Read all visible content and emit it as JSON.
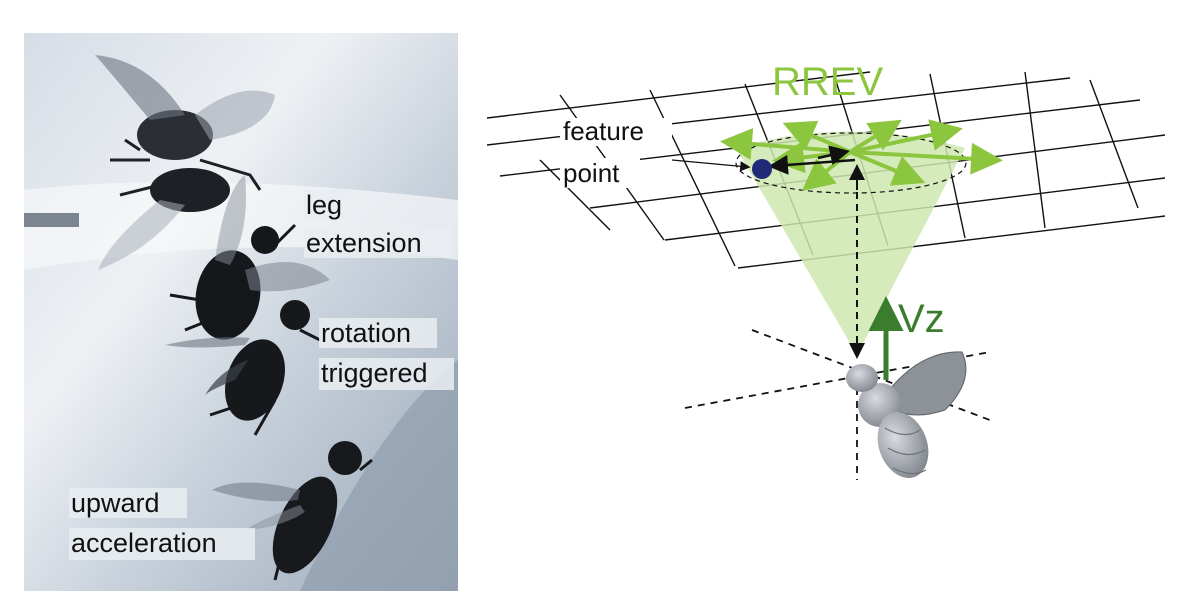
{
  "left_panel": {
    "labels": {
      "leg_extension_line1": "leg",
      "leg_extension_line2": "extension",
      "rotation_line1": "rotation",
      "rotation_line2": "triggered",
      "upward_line1": "upward",
      "upward_line2": "acceleration"
    }
  },
  "right_panel": {
    "title": "RREV",
    "feature_line1": "feature",
    "feature_line2": "point",
    "velocity_label": "Vz"
  },
  "colors": {
    "rrev_green": "#8cc63f",
    "vz_green": "#3a7d2c",
    "cone_fill": "#cfe7b0",
    "feature_dot": "#1f2a78",
    "grid": "#111111",
    "fly_body": "#a9adb3"
  }
}
